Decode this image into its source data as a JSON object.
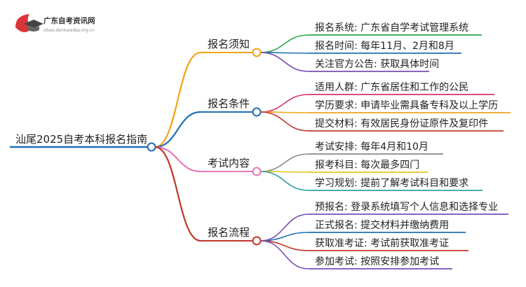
{
  "logo": {
    "title": "广东自考资讯网",
    "subtitle": "zikao.danluoedas.org.cn"
  },
  "root": {
    "label": "汕尾2025自考本科报名指南",
    "color": "#1f6fb5"
  },
  "branches": [
    {
      "label": "报名须知",
      "color": "#f5a21b",
      "children": [
        {
          "label": "报名系统: 广东省自学考试管理系统",
          "color": "#2ea84a"
        },
        {
          "label": "报名时间: 每年11月、2月和8月",
          "color": "#1f6fb5"
        },
        {
          "label": "关注官方公告: 获取具体时间",
          "color": "#7a4db3"
        }
      ]
    },
    {
      "label": "报名条件",
      "color": "#1f6fb5",
      "children": [
        {
          "label": "适用人群: 广东省居住和工作的公民",
          "color": "#d6336c"
        },
        {
          "label": "学历要求: 申请毕业需具备专科及以上学历",
          "color": "#f5a21b"
        },
        {
          "label": "提交材料: 有效居民身份证原件及复印件",
          "color": "#c0392b"
        }
      ]
    },
    {
      "label": "考试内容",
      "color": "#e879b9",
      "children": [
        {
          "label": "考试安排: 每年4月和10月",
          "color": "#8a8a8a"
        },
        {
          "label": "报考科目: 每次最多四门",
          "color": "#e6c619"
        },
        {
          "label": "学习规划: 提前了解考试科目和要求",
          "color": "#2f9fa8"
        }
      ]
    },
    {
      "label": "报名流程",
      "color": "#c0392b",
      "children": [
        {
          "label": "预报名: 登录系统填写个人信息和选择专业",
          "color": "#7a4db3"
        },
        {
          "label": "正式报名: 提交材料并缴纳费用",
          "color": "#1f6fb5"
        },
        {
          "label": "获取准考证: 考试前获取准考证",
          "color": "#c0392b"
        },
        {
          "label": "参加考试: 按照安排参加考试",
          "color": "#7a4db3"
        }
      ]
    }
  ]
}
